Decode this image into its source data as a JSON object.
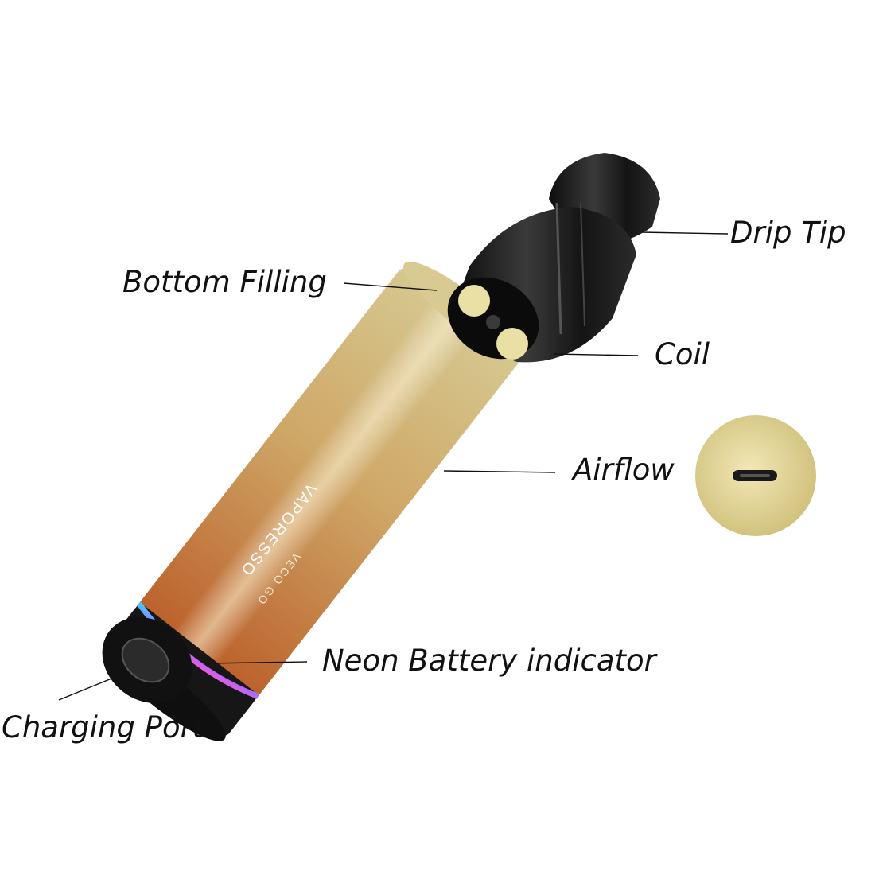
{
  "labels": {
    "drip_tip": "Drip Tip",
    "bottom_filling": "Bottom Filling",
    "coil": "Coil",
    "airflow": "Airflow",
    "neon_battery_indicator": "Neon Battery indicator",
    "charging_port": "Charging Port"
  },
  "device_text": {
    "brand": "VAPORESSO",
    "model": "VECO GO"
  },
  "colors": {
    "body_top": "#cdbd86",
    "body_mid": "#c99a5a",
    "body_bottom": "#b9602a",
    "pod": "#1a1a1a",
    "contacts": "#e9dca0",
    "airflow_disc": "#e8dc9c"
  }
}
